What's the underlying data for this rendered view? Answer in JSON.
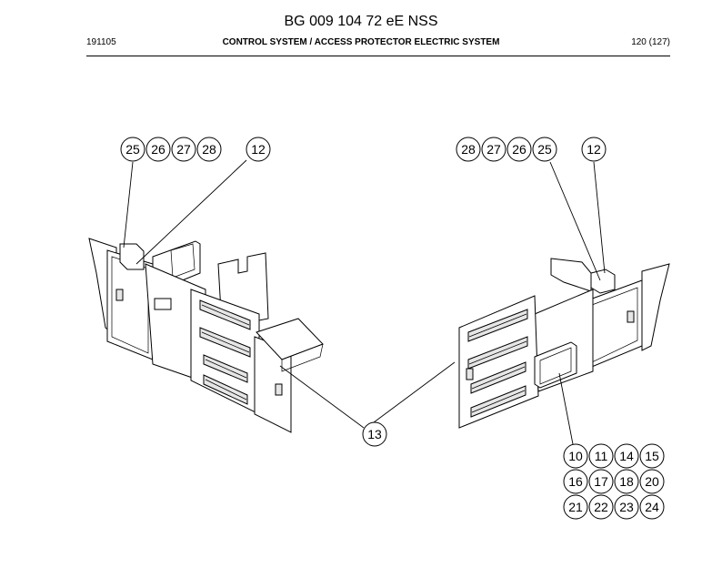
{
  "header": {
    "doc_title": "BG 009 104 72 eE NSS",
    "date_code": "191105",
    "section_title": "CONTROL SYSTEM / ACCESS PROTECTOR ELECTRIC SYSTEM",
    "page": "120 (127)"
  },
  "callouts": {
    "left_group": [
      "25",
      "26",
      "27",
      "28"
    ],
    "left_single": "12",
    "right_group": [
      "28",
      "27",
      "26",
      "25"
    ],
    "right_single": "12",
    "center": "13",
    "grid": [
      "10",
      "11",
      "14",
      "15",
      "16",
      "17",
      "18",
      "20",
      "21",
      "22",
      "23",
      "24"
    ]
  }
}
